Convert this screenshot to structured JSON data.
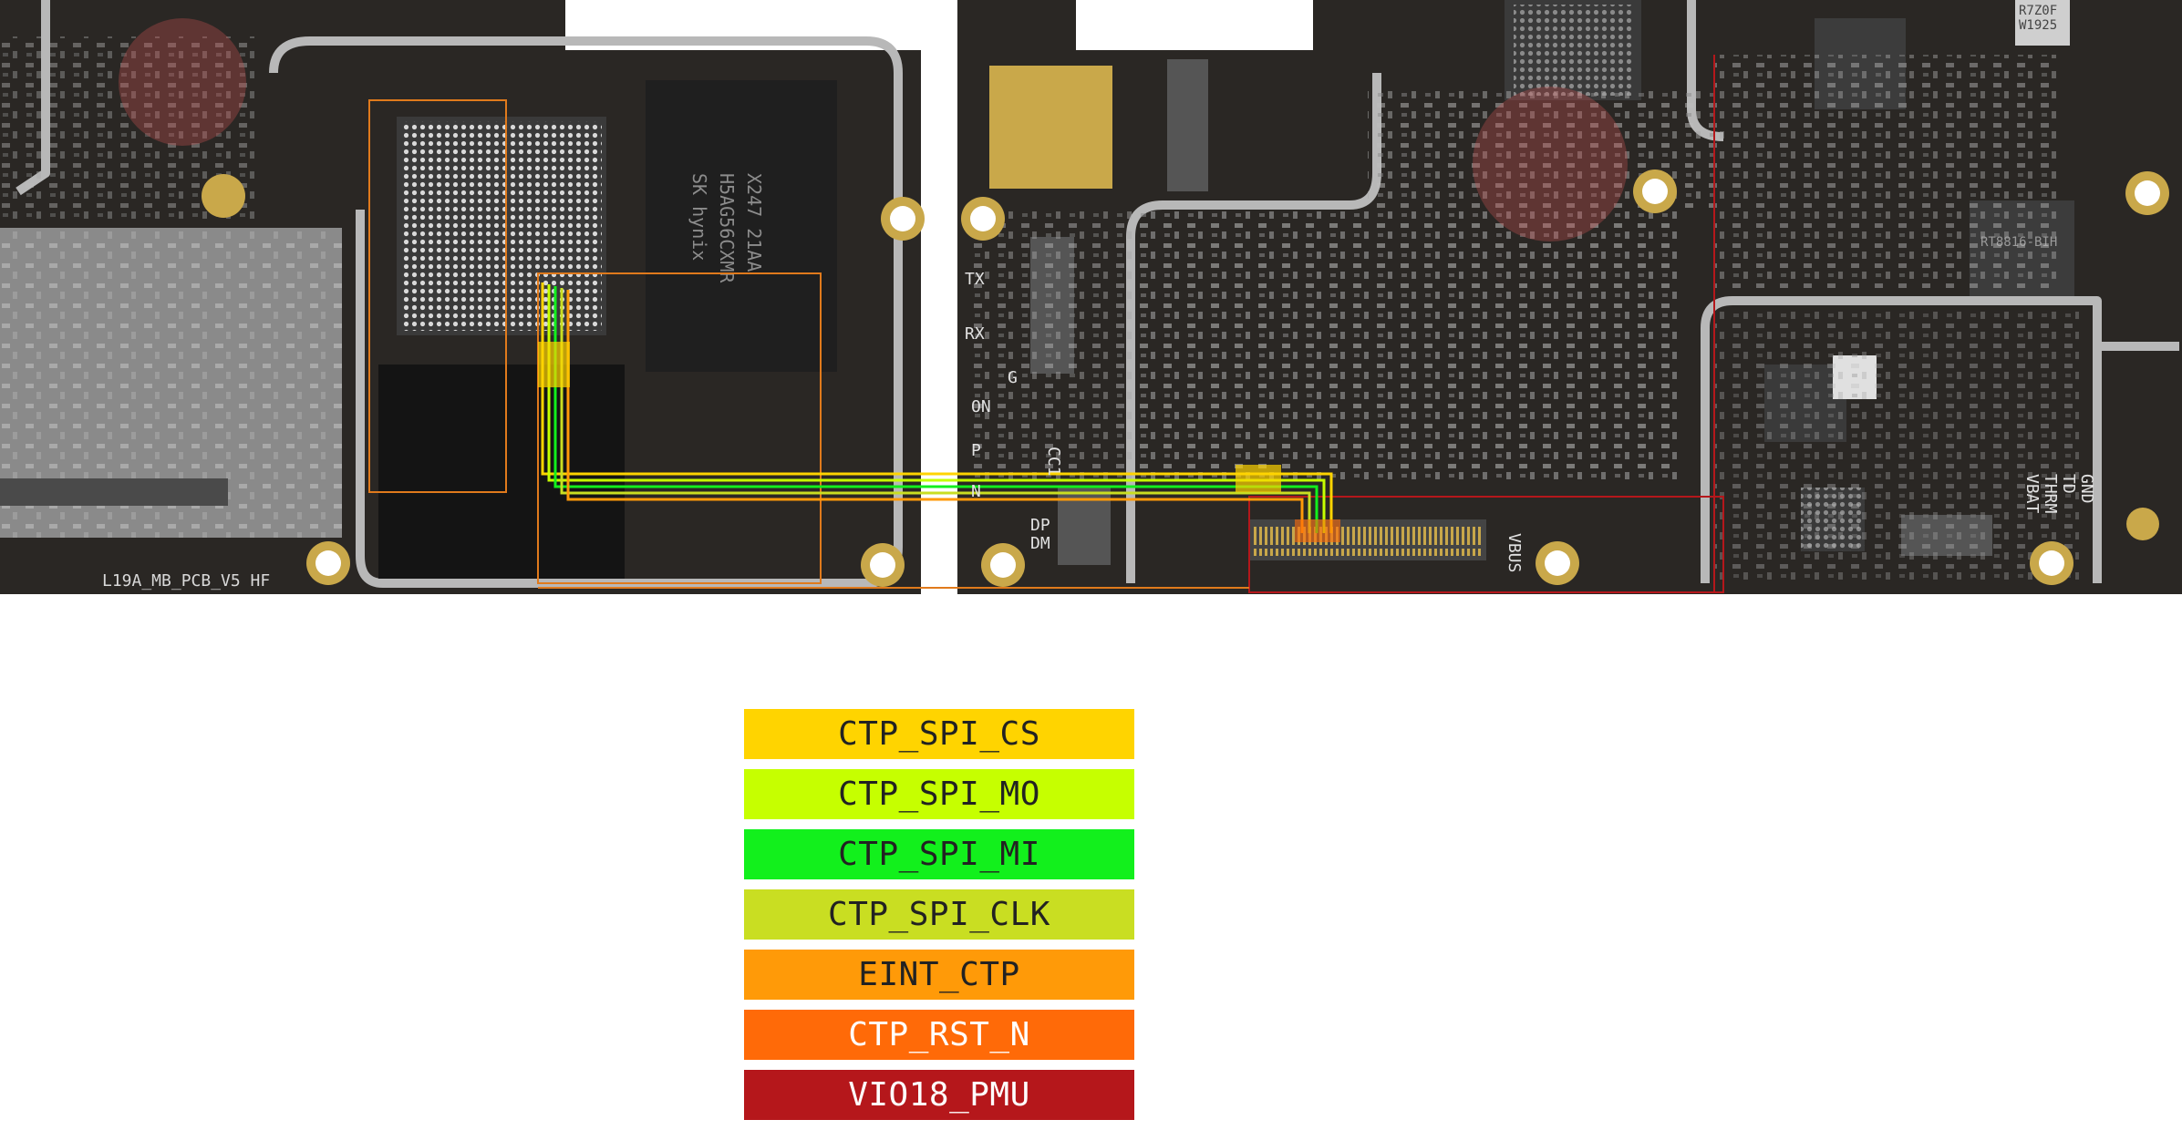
{
  "board": {
    "pcb_label": "L19A_MB_PCB_V5 HF",
    "left_pads": [
      "TX",
      "RX",
      "G",
      "ON",
      "P",
      "N"
    ],
    "dp_dm": [
      "DP",
      "DM"
    ],
    "cc1": "CC1",
    "vbus": "VBUS",
    "right_pads": [
      "GND",
      "TD",
      "THRM",
      "VBAT"
    ],
    "chip_texts": [
      "SK hynix",
      "H5AG56CXMR",
      "X247 21AA",
      "R7Z0F",
      "W1925",
      "RT8816-BIH"
    ]
  },
  "legend": {
    "items": [
      {
        "label": "CTP_SPI_CS",
        "color": "#FFD400",
        "text_color": "#222222"
      },
      {
        "label": "CTP_SPI_MO",
        "color": "#C6FF00",
        "text_color": "#222222"
      },
      {
        "label": "CTP_SPI_MI",
        "color": "#12F01C",
        "text_color": "#222222"
      },
      {
        "label": "CTP_SPI_CLK",
        "color": "#C9DE22",
        "text_color": "#222222"
      },
      {
        "label": "EINT_CTP",
        "color": "#FF9A08",
        "text_color": "#222222"
      },
      {
        "label": "CTP_RST_N",
        "color": "#FF6A08",
        "text_color": "#ffffff"
      },
      {
        "label": "VIO18_PMU",
        "color": "#B5171B",
        "text_color": "#ffffff"
      }
    ]
  }
}
